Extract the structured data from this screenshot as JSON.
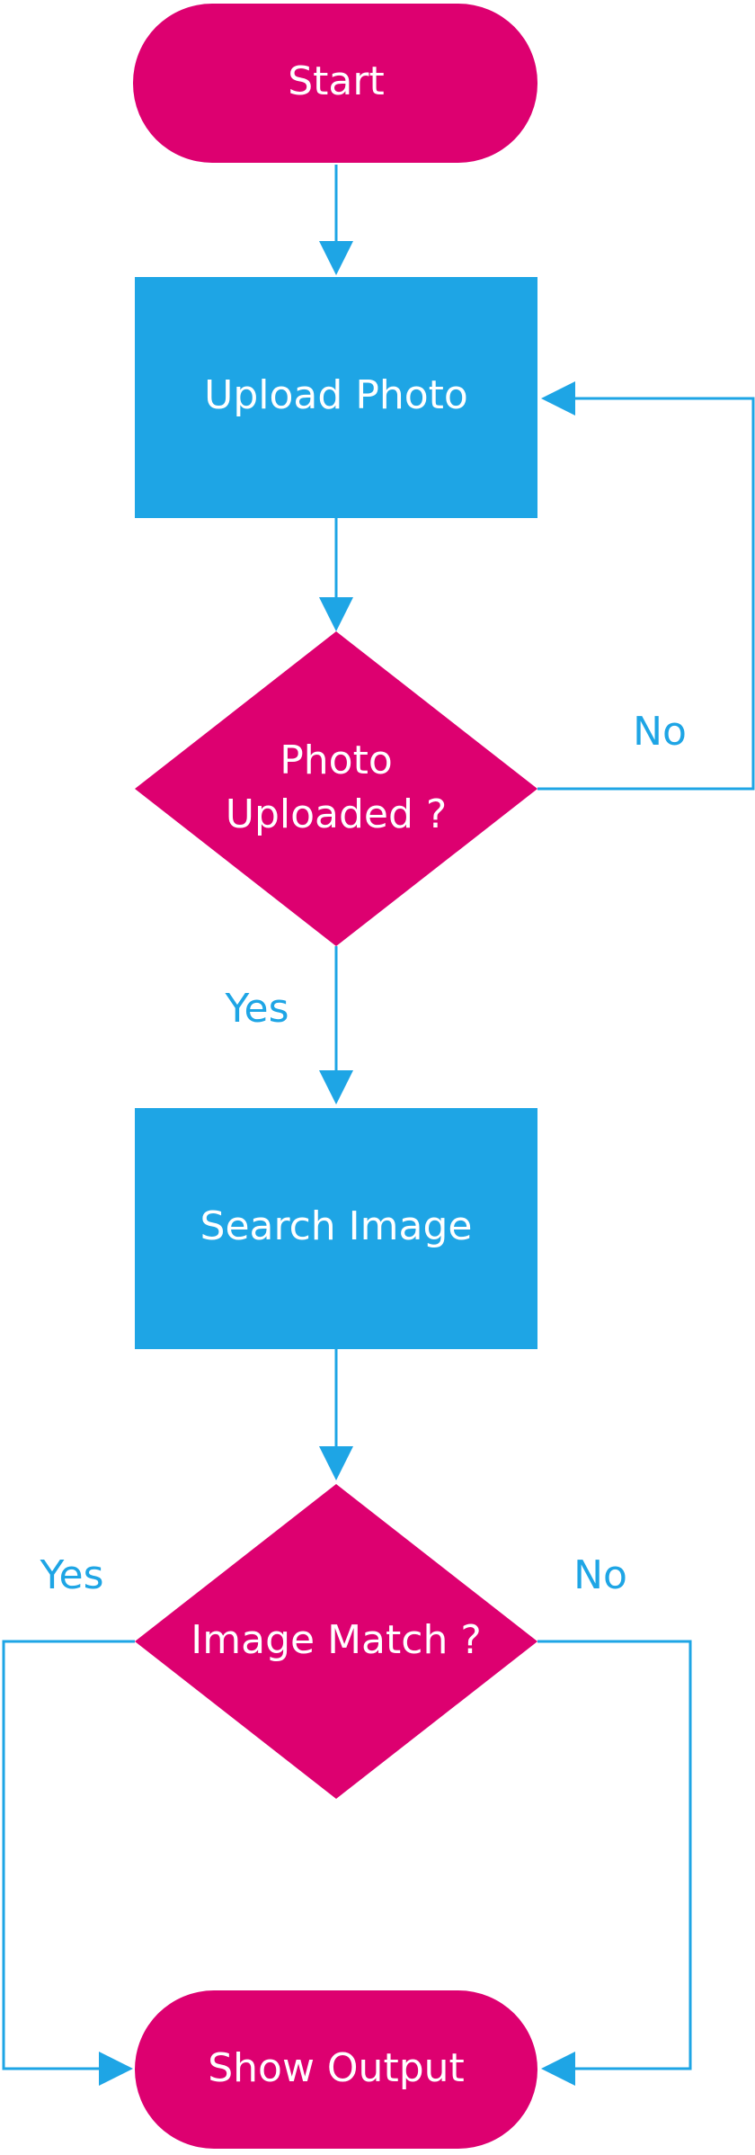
{
  "colors": {
    "terminal": "#DD0070",
    "process": "#1EA5E5",
    "decision": "#DD0070",
    "connector": "#1EA5E5",
    "label": "#1EA5E5",
    "node_text": "#FFFFFF",
    "background": "#FFFFFF"
  },
  "nodes": {
    "start": {
      "shape": "terminal",
      "label": "Start"
    },
    "upload_photo": {
      "shape": "process",
      "label": "Upload Photo"
    },
    "photo_uploaded": {
      "shape": "decision",
      "label_line1": "Photo",
      "label_line2": "Uploaded ?"
    },
    "search_image": {
      "shape": "process",
      "label": "Search Image"
    },
    "image_match": {
      "shape": "decision",
      "label": "Image Match ?"
    },
    "show_output": {
      "shape": "terminal",
      "label": "Show Output"
    }
  },
  "edges": [
    {
      "from": "start",
      "to": "upload_photo",
      "label": ""
    },
    {
      "from": "upload_photo",
      "to": "photo_uploaded",
      "label": ""
    },
    {
      "from": "photo_uploaded",
      "to": "upload_photo",
      "label": "No"
    },
    {
      "from": "photo_uploaded",
      "to": "search_image",
      "label": "Yes"
    },
    {
      "from": "search_image",
      "to": "image_match",
      "label": ""
    },
    {
      "from": "image_match",
      "to": "show_output",
      "label": "Yes"
    },
    {
      "from": "image_match",
      "to": "show_output",
      "label": "No"
    }
  ],
  "edge_labels": {
    "photo_uploaded_no": "No",
    "photo_uploaded_yes": "Yes",
    "image_match_yes": "Yes",
    "image_match_no": "No"
  }
}
